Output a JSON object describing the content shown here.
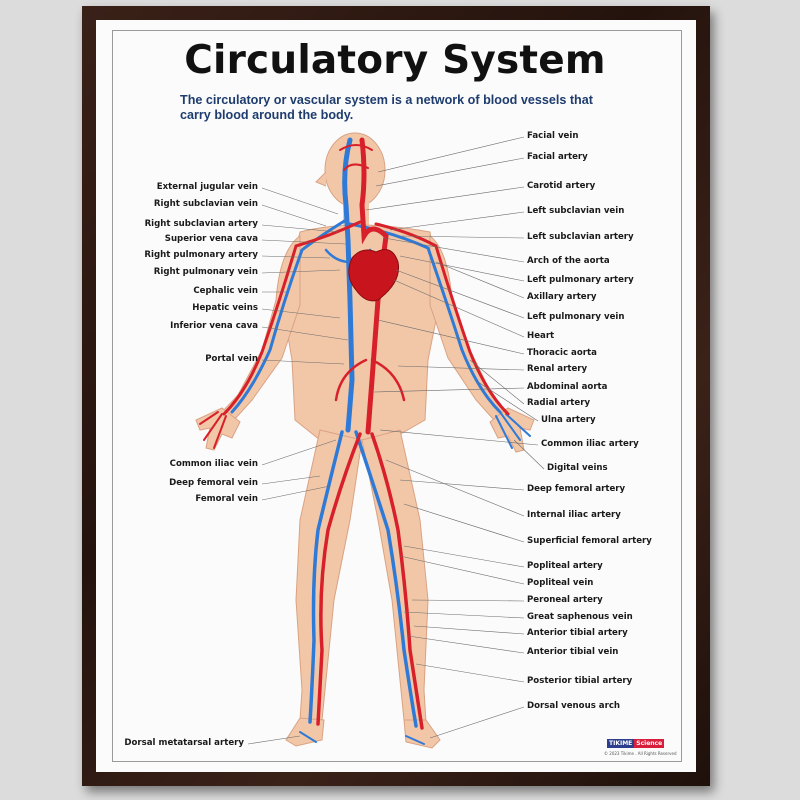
{
  "title": "Circulatory System",
  "subtitle_line1": "The circulatory or vascular system is a network of blood vessels that",
  "subtitle_line2": "carry blood around the body.",
  "colors": {
    "artery": "#d8202a",
    "vein": "#2f7ad6",
    "skin": "#f2c7a8",
    "frame": "#2a1710"
  },
  "left_labels": [
    "External jugular vein",
    "Right subclavian vein",
    "Right subclavian artery",
    "Superior vena cava",
    "Right pulmonary artery",
    "Right pulmonary vein",
    "Cephalic vein",
    "Hepatic veins",
    "Inferior vena cava",
    "Portal vein",
    "Common iliac vein",
    "Deep femoral vein",
    "Femoral vein",
    "Dorsal metatarsal artery"
  ],
  "right_labels": [
    "Facial vein",
    "Facial artery",
    "Carotid artery",
    "Left subclavian vein",
    "Left subclavian artery",
    "Arch of the aorta",
    "Left pulmonary artery",
    "Axillary artery",
    "Left pulmonary vein",
    "Heart",
    "Thoracic aorta",
    "Renal artery",
    "Abdominal aorta",
    "Radial artery",
    "Ulna artery",
    "Common iliac artery",
    "Digital veins",
    "Deep femoral artery",
    "Internal iliac artery",
    "Superficial femoral artery",
    "Popliteal artery",
    "Popliteal vein",
    "Peroneal artery",
    "Great saphenous vein",
    "Anterior tibial artery",
    "Anterior tibial vein",
    "Posterior tibial artery",
    "Dorsal venous arch"
  ],
  "logo": {
    "brand": "TIKIME",
    "subject": "Science"
  },
  "copyright": "© 2023 Tikime . All Rights Reserved"
}
